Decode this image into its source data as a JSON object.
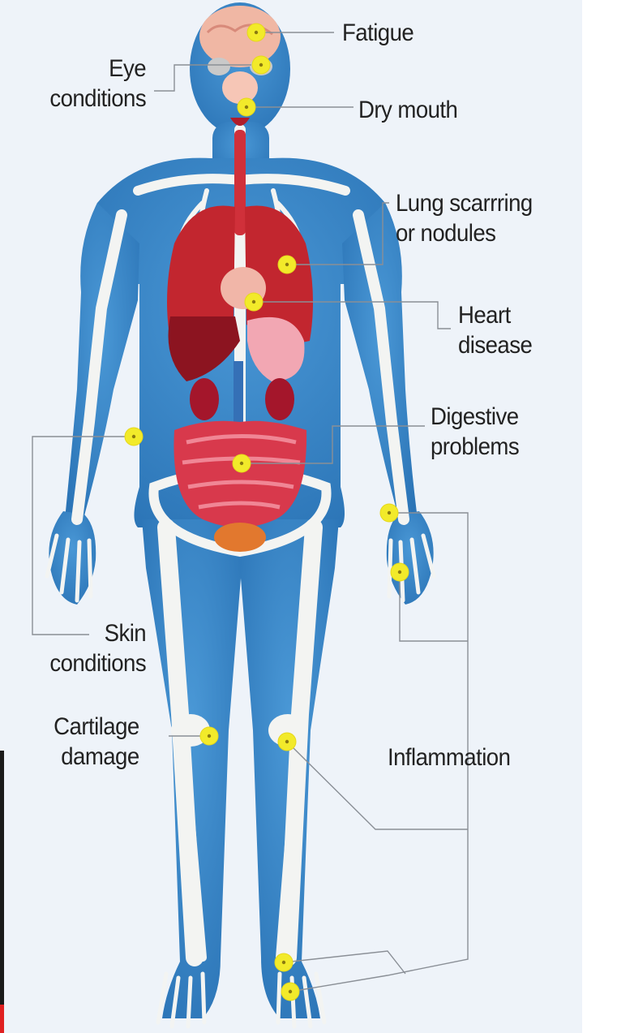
{
  "labels": {
    "fatigue": "Fatigue",
    "eye_conditions": "Eye\nconditions",
    "dry_mouth": "Dry mouth",
    "lung": "Lung scarrring\nor nodules",
    "heart": "Heart\ndisease",
    "digestive": "Digestive\nproblems",
    "skin": "Skin\nconditions",
    "cartilage": "Cartilage\ndamage",
    "inflammation": "Inflammation"
  },
  "colors": {
    "background": "#eef3f9",
    "body": "#2f7fc1",
    "bone": "#f3f4f2",
    "organ": "#c2262f",
    "marker": "#f2ea2a",
    "leader": "#8a8f96"
  }
}
